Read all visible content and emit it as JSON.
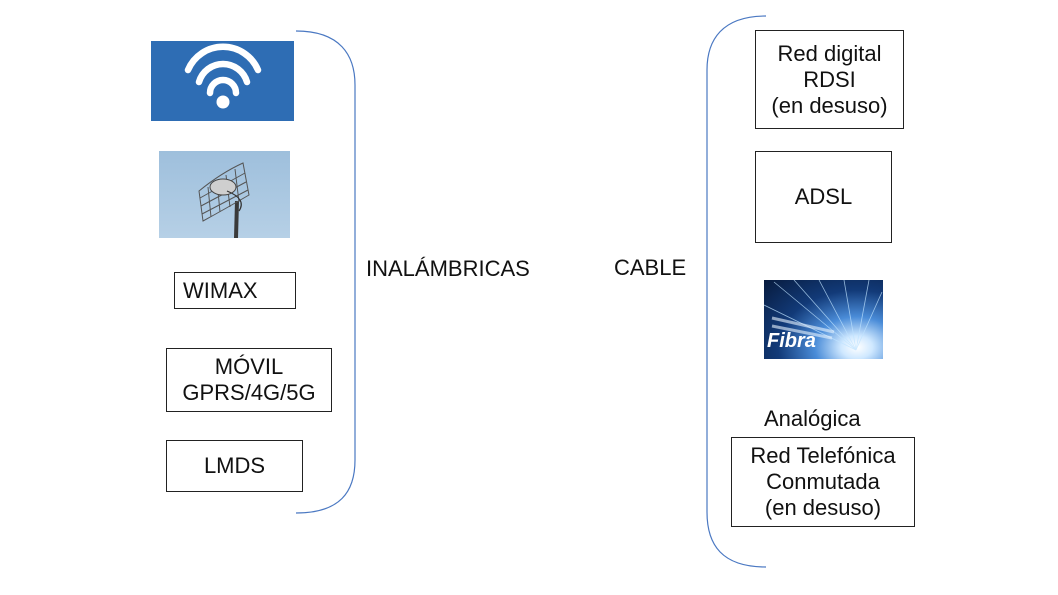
{
  "left_group": {
    "label": "INALÁMBRICAS",
    "images": [
      {
        "name": "wifi-icon",
        "color": "#2E6DB4"
      },
      {
        "name": "antenna-image",
        "sky_color": "#A9C7E0"
      }
    ],
    "items": [
      "WIMAX",
      "MÓVIL\nGPRS/4G/5G",
      "LMDS"
    ]
  },
  "right_group": {
    "label": "CABLE",
    "items": [
      "Red digital\nRDSI\n(en desuso)",
      "ADSL"
    ],
    "fiber_image": {
      "caption": "Fibra"
    },
    "analog_label": "Analógica",
    "analog_item": "Red Telefónica\nConmutada\n(en desuso)"
  },
  "bracket_color": "#4A78C2"
}
